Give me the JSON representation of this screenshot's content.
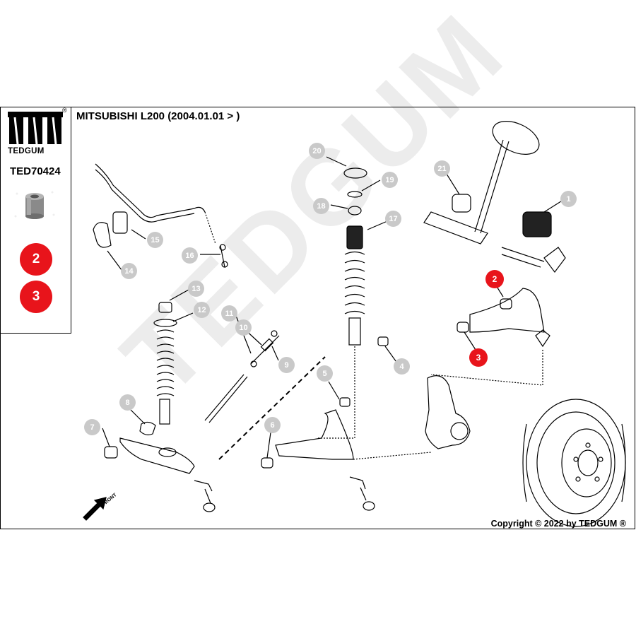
{
  "header": {
    "title": "MITSUBISHI L200 (2004.01.01 > )",
    "brand": "TEDGUM",
    "registered_mark": "®",
    "part_number": "TED70424"
  },
  "sidebar": {
    "badges": [
      "2",
      "3"
    ]
  },
  "diagram": {
    "watermark": "TEDGUM",
    "front_label": "FRONT",
    "highlighted_callouts": [
      "2",
      "3"
    ],
    "callouts": [
      "1",
      "4",
      "5",
      "6",
      "7",
      "8",
      "9",
      "10",
      "11",
      "12",
      "13",
      "14",
      "15",
      "16",
      "17",
      "18",
      "19",
      "20",
      "21"
    ]
  },
  "footer": {
    "copyright": "Copyright © 2022 by TEDGUM ®"
  },
  "colors": {
    "highlight": "#e8141b",
    "callout": "#c9c9c9",
    "line": "#000000"
  }
}
